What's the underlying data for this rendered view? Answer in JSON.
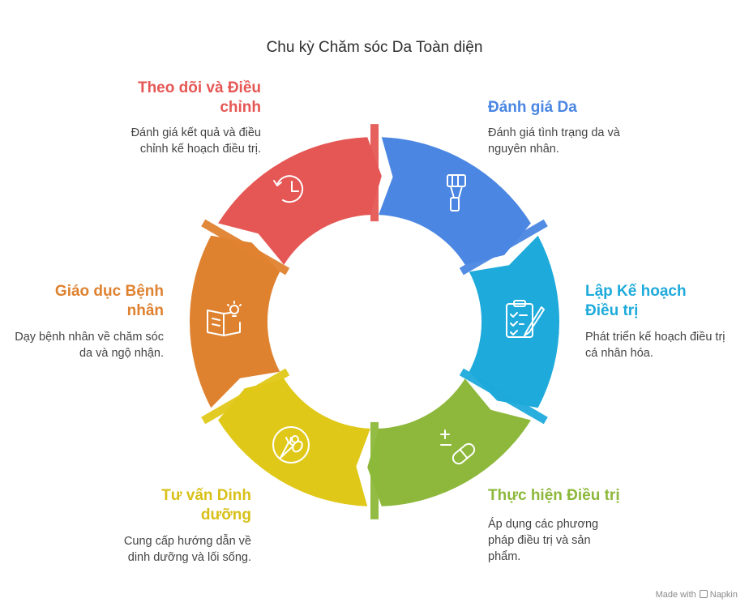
{
  "title": "Chu kỳ Chăm sóc Da Toàn diện",
  "stages": [
    {
      "id": "assess",
      "title": "Đánh giá Da",
      "desc": "Đánh giá tình trạng da và nguyên nhân.",
      "color": "#4A86E2",
      "icon": "tube-icon"
    },
    {
      "id": "plan",
      "title": "Lập Kế hoạch Điều trị",
      "desc": "Phát triển kế hoạch điều trị cá nhân hóa.",
      "color": "#1EAADB",
      "icon": "clipboard-icon"
    },
    {
      "id": "treat",
      "title": "Thực hiện Điều trị",
      "desc": "Áp dụng các phương pháp điều trị và sản phẩm.",
      "color": "#8DB83B",
      "icon": "pill-icon"
    },
    {
      "id": "nutrition",
      "title": "Tư vấn Dinh dưỡng",
      "desc": "Cung cấp hướng dẫn về dinh dưỡng và lối sống.",
      "color": "#E0C818",
      "icon": "vegetables-icon"
    },
    {
      "id": "educate",
      "title": "Giáo dục Bệnh nhân",
      "desc": "Dạy bệnh nhân về chăm sóc da và ngộ nhận.",
      "color": "#DF8230",
      "icon": "book-lightbulb-icon"
    },
    {
      "id": "monitor",
      "title": "Theo dõi và Điều chỉnh",
      "desc": "Đánh giá kết quả và điều chỉnh kế hoạch điều trị.",
      "color": "#E55754",
      "icon": "clock-history-icon"
    }
  ],
  "footer": {
    "made_with": "Made with",
    "brand": "Napkin"
  }
}
